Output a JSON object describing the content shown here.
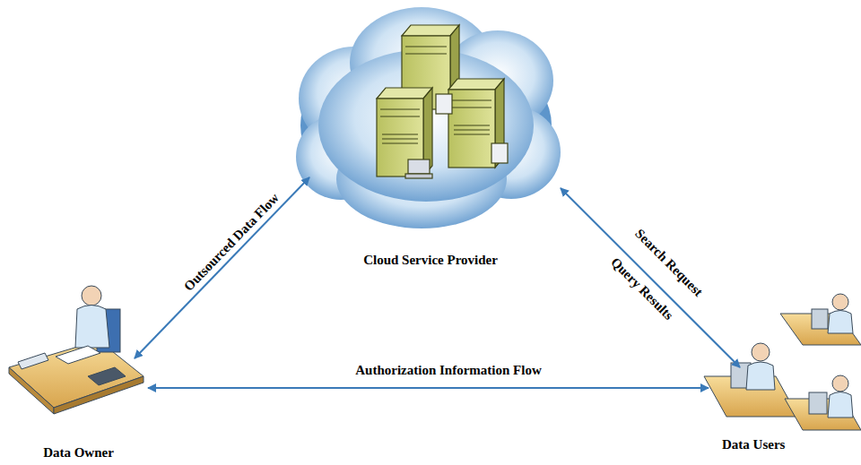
{
  "diagram": {
    "nodes": [
      {
        "text": [
          "Cloud Service Provider"
        ]
      },
      {
        "text": [
          "Data Owner"
        ]
      },
      {
        "text": [
          "Data Users"
        ]
      }
    ],
    "edges": [
      {
        "from": 1,
        "to": 0,
        "arrow": "both",
        "label": "Outsourced Data Flow"
      },
      {
        "from": 2,
        "to": 0,
        "arrow": "both",
        "label": "Search Request"
      },
      {
        "from": 1,
        "to": 2,
        "arrow": "both",
        "label": "Authorization Information Flow"
      }
    ],
    "labels": [
      "Query Results"
    ]
  }
}
